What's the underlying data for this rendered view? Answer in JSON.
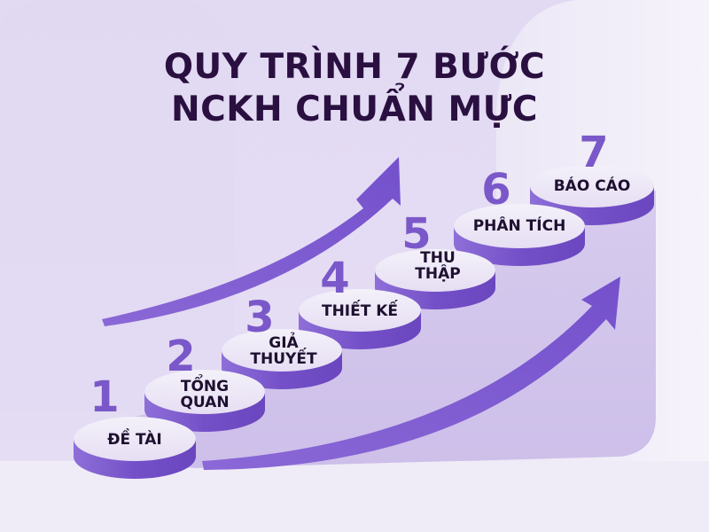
{
  "title": {
    "line1": "QUY TRÌNH 7 BƯỚC",
    "line2": "NCKH CHUẨN MỰC"
  },
  "steps": [
    {
      "number": "1",
      "label": "ĐỀ TÀI"
    },
    {
      "number": "2",
      "label_line1": "TỔNG",
      "label_line2": "QUAN"
    },
    {
      "number": "3",
      "label_line1": "GIẢ",
      "label_line2": "THUYẾT"
    },
    {
      "number": "4",
      "label": "THIẾT KẾ"
    },
    {
      "number": "5",
      "label_line1": "THU",
      "label_line2": "THẬP"
    },
    {
      "number": "6",
      "label": "PHÂN TÍCH"
    },
    {
      "number": "7",
      "label": "BÁO CÁO"
    }
  ],
  "colors": {
    "accent": "#7a58c9",
    "title_text": "#2a1040",
    "background": "#e4dcf2",
    "step_top": "#efeaf7",
    "step_side": "#7b5bcf"
  },
  "icons": [
    "arrow-up-right-icon",
    "arrow-up-right-icon"
  ]
}
